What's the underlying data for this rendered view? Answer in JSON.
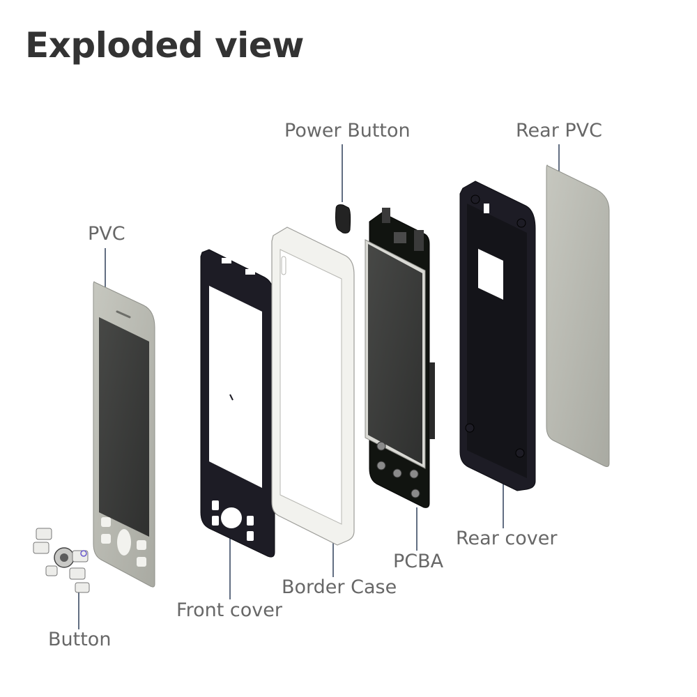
{
  "title": "Exploded view",
  "labels": {
    "power_button": "Power Button",
    "rear_pvc": "Rear PVC",
    "pvc": "PVC",
    "rear_cover": "Rear cover",
    "pcba": "PCBA",
    "border_case": "Border Case",
    "front_cover": "Front cover",
    "button": "Button"
  },
  "colors": {
    "title_text": "#333333",
    "label_text": "#676767",
    "leader_line": "#3b4a63",
    "pvc_film": "#b9bab1",
    "screen": "#3c3d3c",
    "cover_black": "#1d1c25",
    "border_white": "#f2f2ee"
  }
}
